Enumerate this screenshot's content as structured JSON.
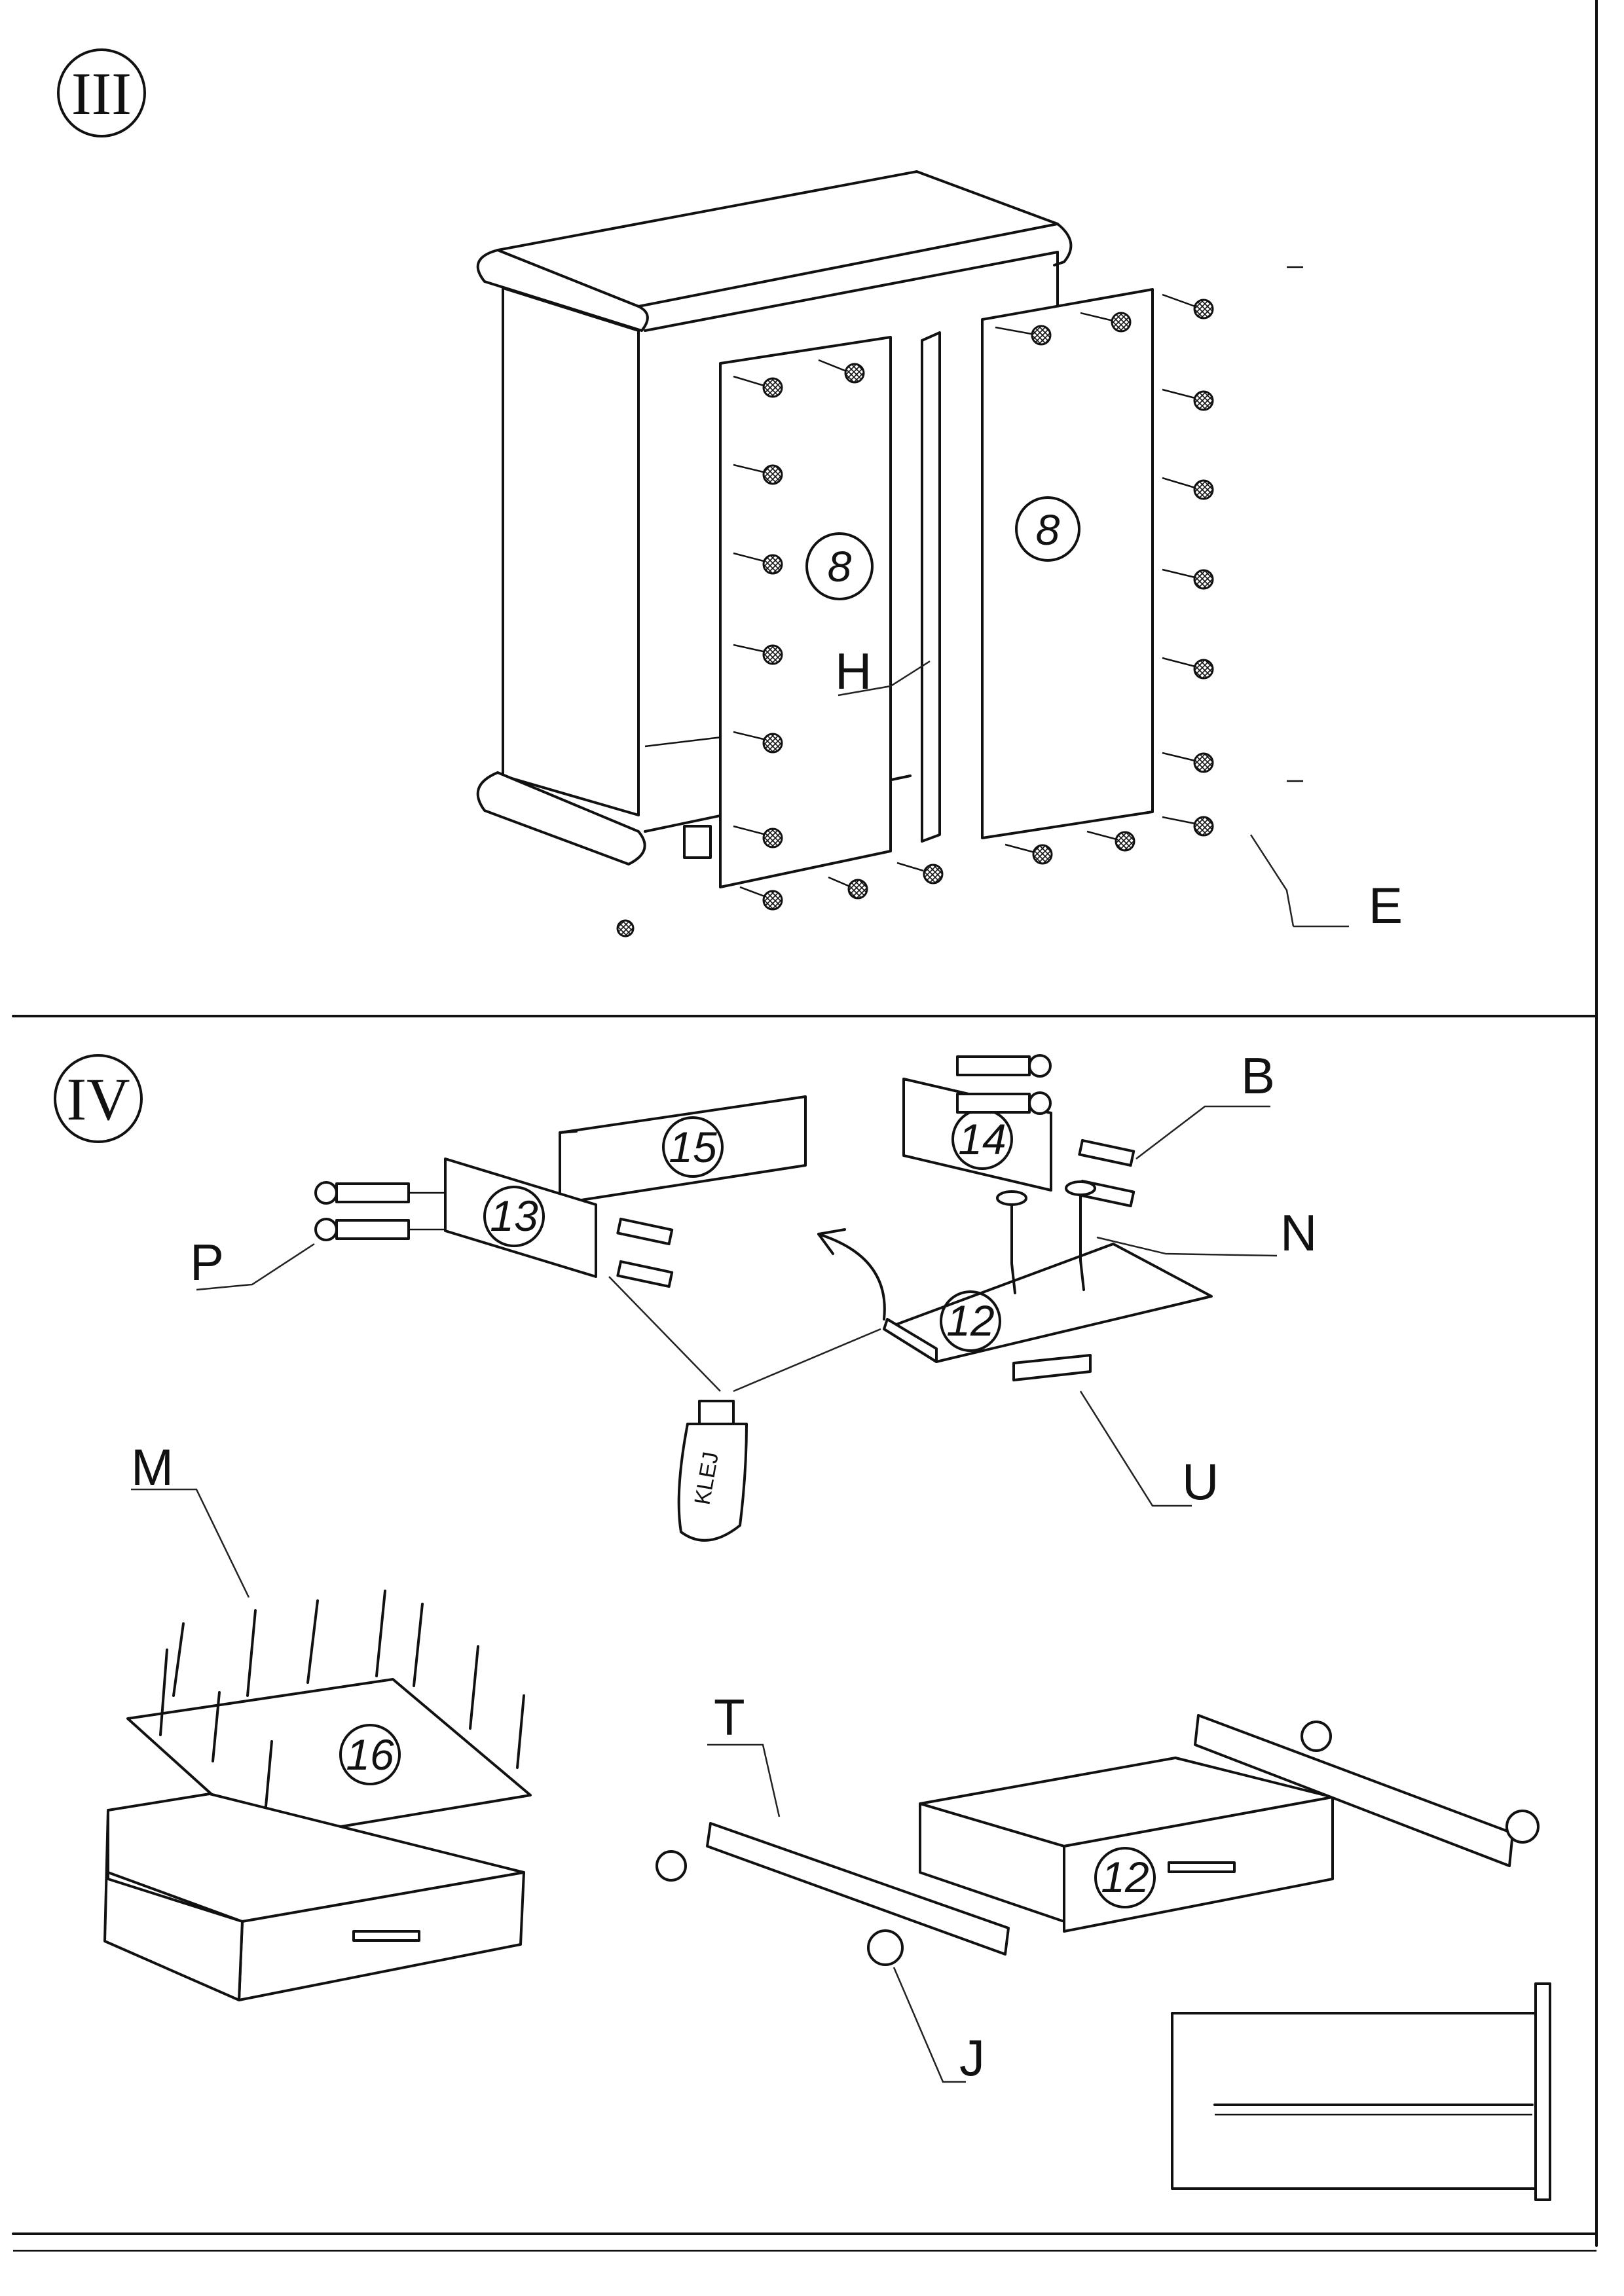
{
  "steps": [
    {
      "id": "III",
      "label": "III",
      "parts": [
        "8",
        "8"
      ],
      "hardware": [
        "H",
        "E"
      ]
    },
    {
      "id": "IV",
      "label": "IV",
      "parts": [
        "15",
        "14",
        "13",
        "12",
        "16",
        "12"
      ],
      "hardware": [
        "B",
        "N",
        "P",
        "U",
        "M",
        "T",
        "J"
      ],
      "glue_label": "KLEJ"
    }
  ]
}
